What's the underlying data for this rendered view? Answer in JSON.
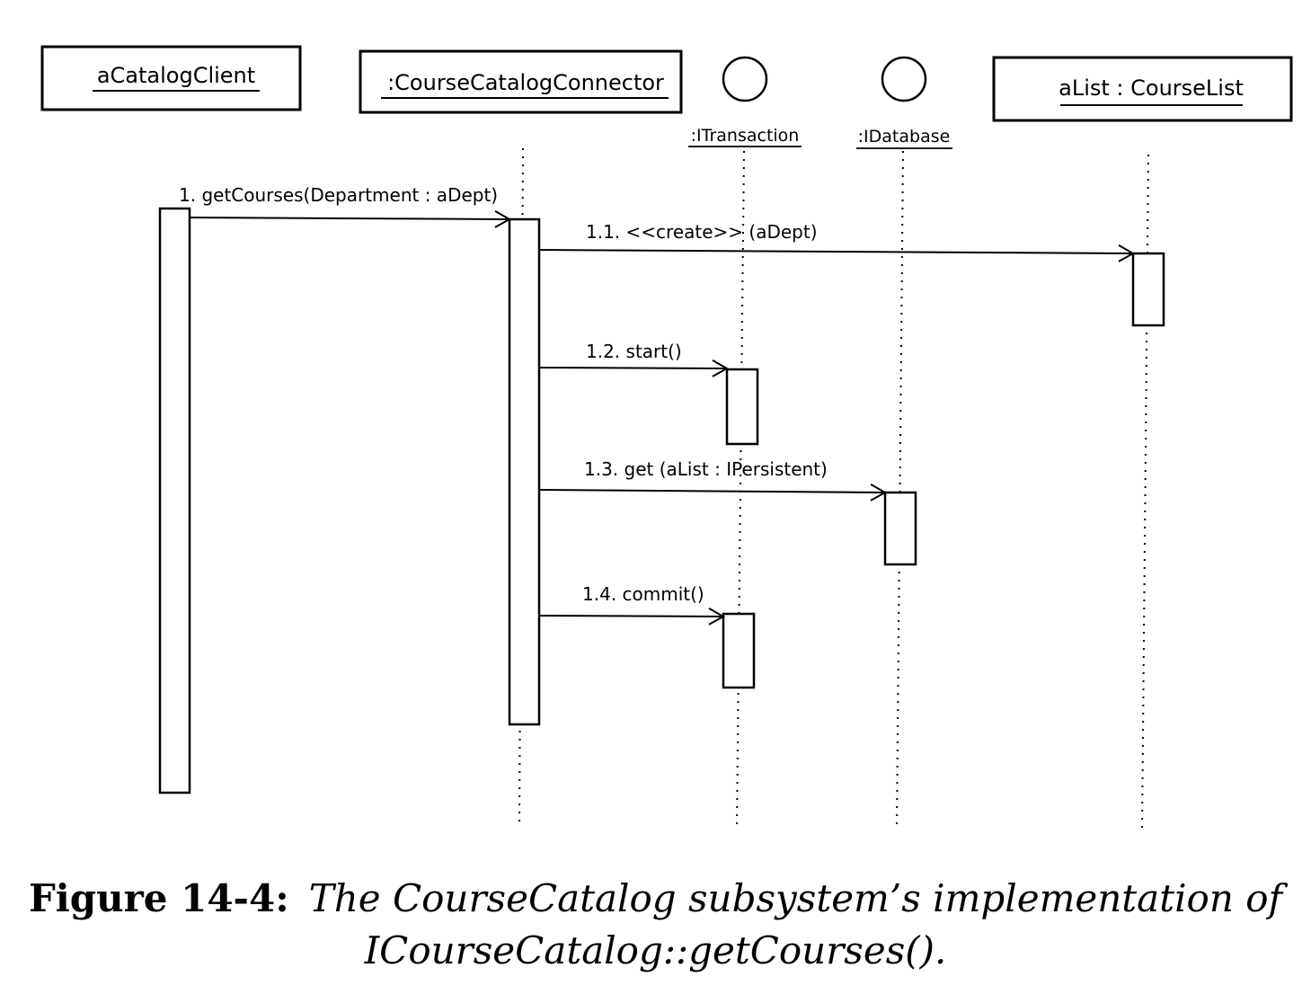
{
  "objects": [
    {
      "id": "client",
      "name": "aCatalogClient",
      "kind": "box"
    },
    {
      "id": "connector",
      "name": ":CourseCatalogConnector",
      "kind": "box"
    },
    {
      "id": "transaction",
      "name": ":ITransaction",
      "kind": "interface"
    },
    {
      "id": "database",
      "name": ":IDatabase",
      "kind": "interface"
    },
    {
      "id": "list",
      "name": "aList : CourseList",
      "kind": "box"
    }
  ],
  "messages": [
    {
      "label": "1. getCourses(Department : aDept)",
      "from": "client",
      "to": "connector"
    },
    {
      "label": "1.1. <<create>> (aDept)",
      "from": "connector",
      "to": "list"
    },
    {
      "label": "1.2. start()",
      "from": "connector",
      "to": "transaction"
    },
    {
      "label": "1.3. get (aList : IPersistent)",
      "from": "connector",
      "to": "database"
    },
    {
      "label": "1.4. commit()",
      "from": "connector",
      "to": "transaction"
    }
  ],
  "caption": {
    "label": "Figure 14-4:",
    "line1": "The CourseCatalog subsystem’s implementation of",
    "line2": "ICourseCatalog::getCourses()."
  }
}
